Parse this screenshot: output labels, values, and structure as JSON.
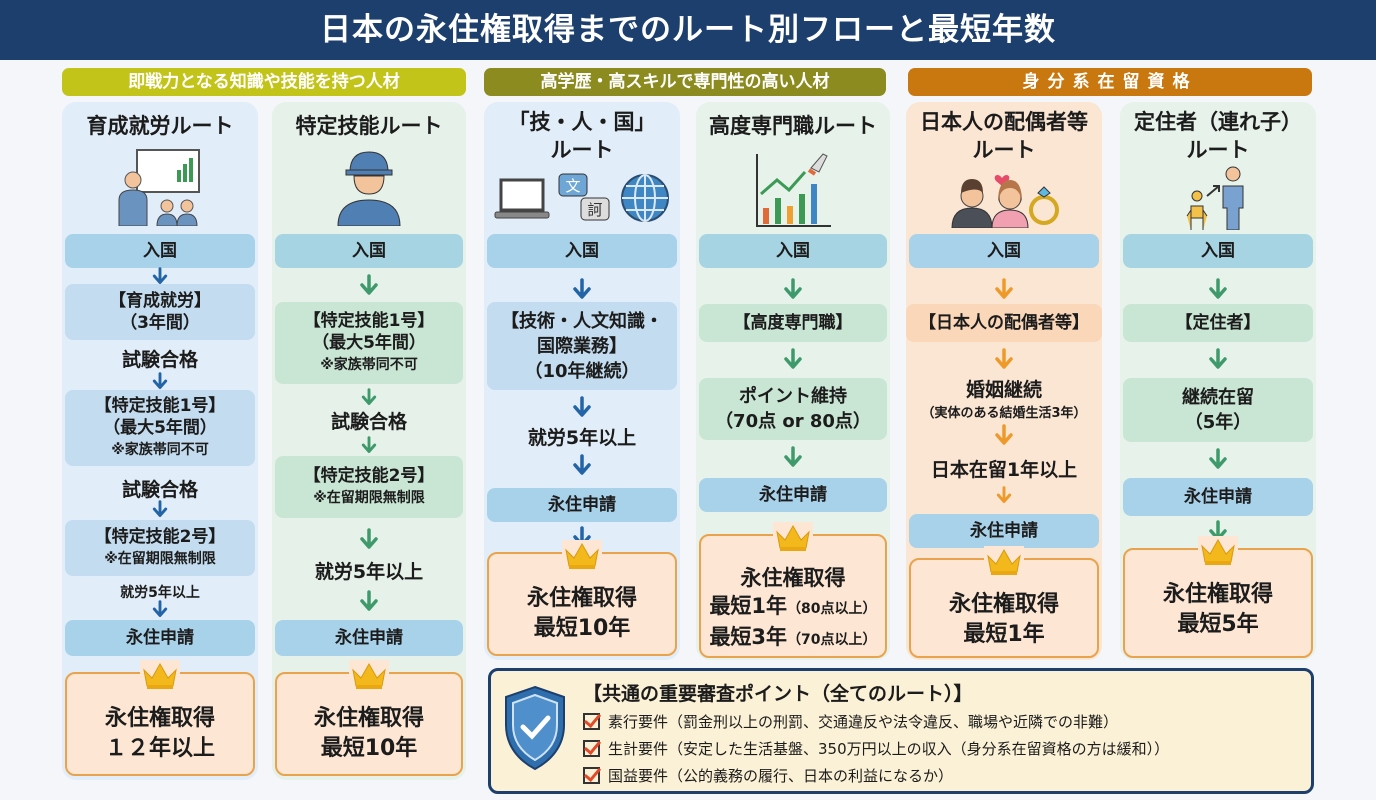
{
  "title": "日本の永住権取得までのルート別フローと最短年数",
  "categories": [
    "即戦力となる知識や技能を持つ人材",
    "高学歴・高スキルで専門性の高い人材",
    "身分系在留資格"
  ],
  "colors": {
    "header": "#1c3f6d",
    "cat1": "#c3c41a",
    "cat2": "#8b8b1f",
    "cat3": "#c9780f",
    "blue_arrow": "#2364a6",
    "green_arrow": "#3f9a6b",
    "orange_arrow": "#ee9a2b"
  },
  "routes": [
    {
      "title": "育成就労ルート",
      "steps": [
        "入国",
        "【育成就労】",
        "（3年間）",
        "試験合格",
        "【特定技能1号】",
        "（最大5年間）",
        "※家族帯同不可",
        "試験合格",
        "【特定技能2号】",
        "※在留期限無制限",
        "就労5年以上",
        "永住申請"
      ],
      "result": [
        "永住権取得",
        "１２年以上"
      ]
    },
    {
      "title": "特定技能ルート",
      "steps": [
        "入国",
        "【特定技能1号】",
        "（最大5年間）",
        "※家族帯同不可",
        "試験合格",
        "【特定技能2号】",
        "※在留期限無制限",
        "就労5年以上",
        "永住申請"
      ],
      "result": [
        "永住権取得",
        "最短10年"
      ]
    },
    {
      "title": [
        "「技・人・国」",
        "ルート"
      ],
      "steps": [
        "入国",
        "【技術・人文知識・",
        "国際業務】",
        "（10年継続）",
        "就労5年以上",
        "永住申請"
      ],
      "result": [
        "永住権取得",
        "最短10年"
      ]
    },
    {
      "title": "高度専門職ルート",
      "steps": [
        "入国",
        "【高度専門職】",
        "ポイント維持",
        "（70点 or 80点）",
        "永住申請"
      ],
      "result": [
        "永住権取得",
        "最短1年",
        "（80点以上）",
        "最短3年",
        "（70点以上）"
      ]
    },
    {
      "title": [
        "日本人の配偶者等",
        "ルート"
      ],
      "steps": [
        "入国",
        "【日本人の配偶者等】",
        "婚姻継続",
        "（実体のある結婚生活3年）",
        "日本在留1年以上",
        "永住申請"
      ],
      "result": [
        "永住権取得",
        "最短1年"
      ]
    },
    {
      "title": [
        "定住者（連れ子）",
        "ルート"
      ],
      "steps": [
        "入国",
        "【定住者】",
        "継続在留",
        "（5年）",
        "永住申請"
      ],
      "result": [
        "永住権取得",
        "最短5年"
      ]
    }
  ],
  "icon_labels": {
    "translate_a": "文",
    "translate_b": "訶"
  },
  "checks": {
    "title": "【共通の重要審査ポイント（全てのルート）】",
    "items": [
      "素行要件（罰金刑以上の刑罰、交通違反や法令違反、職場や近隣での非難）",
      "生計要件（安定した生活基盤、350万円以上の収入（身分系在留資格の方は緩和））",
      "国益要件（公的義務の履行、日本の利益になるか）"
    ]
  }
}
